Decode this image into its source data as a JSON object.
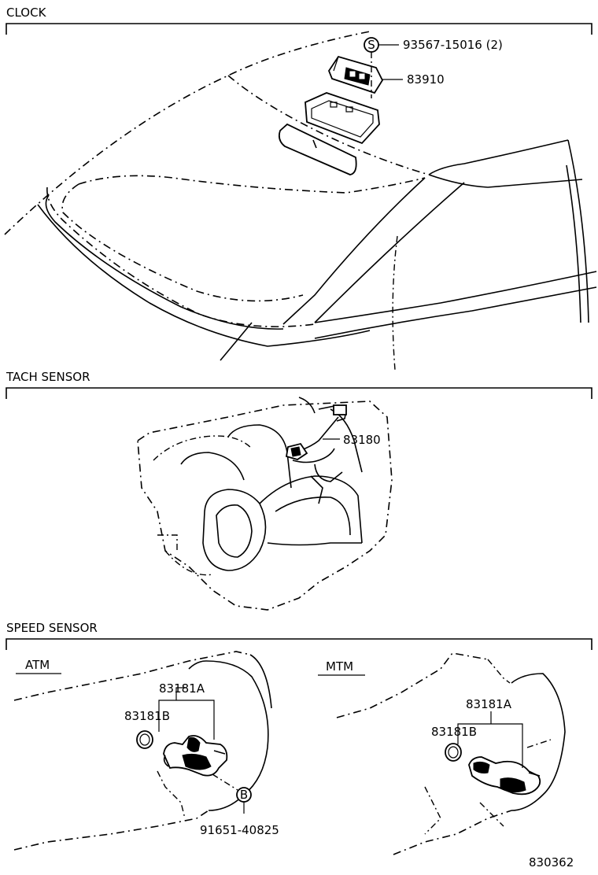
{
  "sections": {
    "clock": {
      "title": "CLOCK"
    },
    "tach": {
      "title": "TACH SENSOR"
    },
    "speed": {
      "title": "SPEED SENSOR"
    }
  },
  "clock_parts": {
    "screw_symbol": "S",
    "screw_part": "93567-15016 (2)",
    "clock_part": "83910"
  },
  "tach_parts": {
    "sensor_part": "83180"
  },
  "speed_parts": {
    "atm_label": "ATM",
    "mtm_label": "MTM",
    "atm_sensor": "83181A",
    "atm_oring": "83181B",
    "bolt_symbol": "B",
    "atm_bolt": "91651-40825",
    "mtm_sensor": "83181A",
    "mtm_oring": "83181B"
  },
  "figure_code": "830362"
}
